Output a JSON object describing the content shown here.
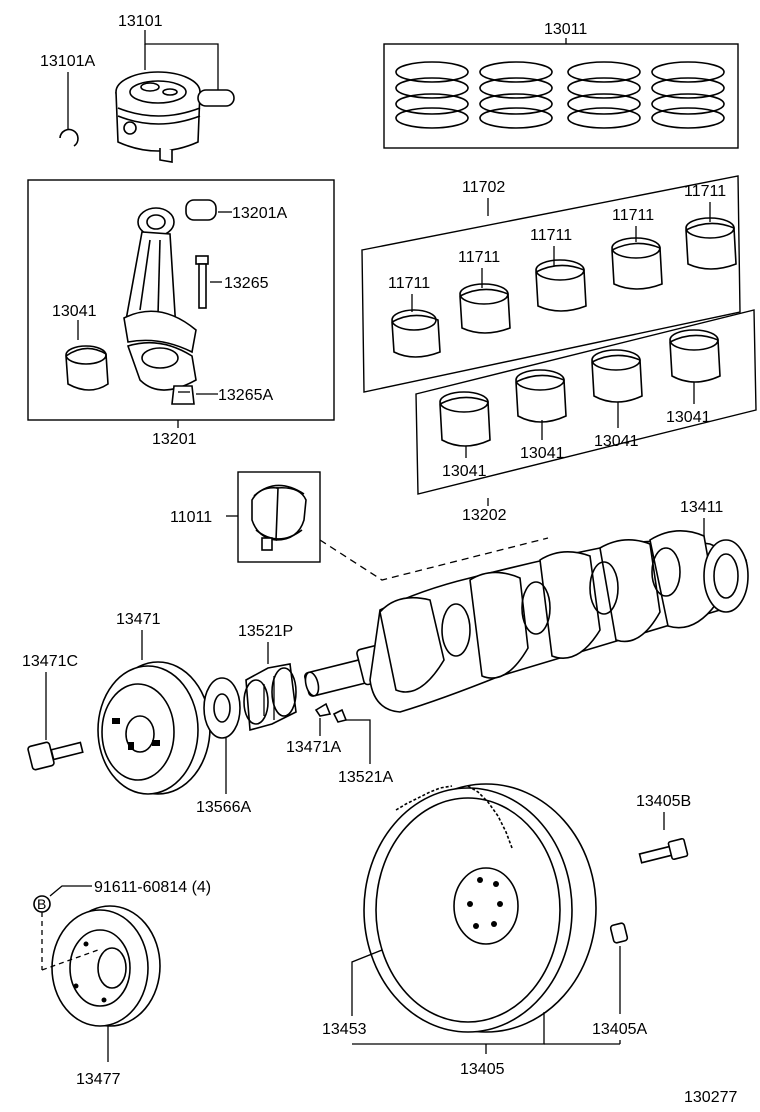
{
  "labels": {
    "piston": "13101",
    "piston_clip": "13101A",
    "ring_set": "13011",
    "bushing": "13201A",
    "rod_bolt": "13265",
    "rod_bearing_left": "13041",
    "rod_nut": "13265A",
    "conrod_asm": "13201",
    "main_bearing_set": "11702",
    "main_bearing_1": "11711",
    "main_bearing_2": "11711",
    "main_bearing_3": "11711",
    "main_bearing_4": "11711",
    "main_bearing_5": "11711",
    "rod_bearing_set": "13202",
    "rod_bearing_1": "13041",
    "rod_bearing_2": "13041",
    "rod_bearing_3": "13041",
    "rod_bearing_4": "13041",
    "thrust_washer": "11011",
    "crankshaft": "13411",
    "pulley": "13471",
    "pulley_bolt": "13471C",
    "timing_gear": "13521P",
    "key_a": "13471A",
    "key_b": "13521A",
    "spacer": "13566A",
    "flywheel_bolt": "13405B",
    "bolt_note": "91611-60814 (4)",
    "ref_b": "B",
    "damper": "13477",
    "flywheel_ring": "13453",
    "flywheel": "13405",
    "dowel": "13405A",
    "figure_id": "130277"
  }
}
